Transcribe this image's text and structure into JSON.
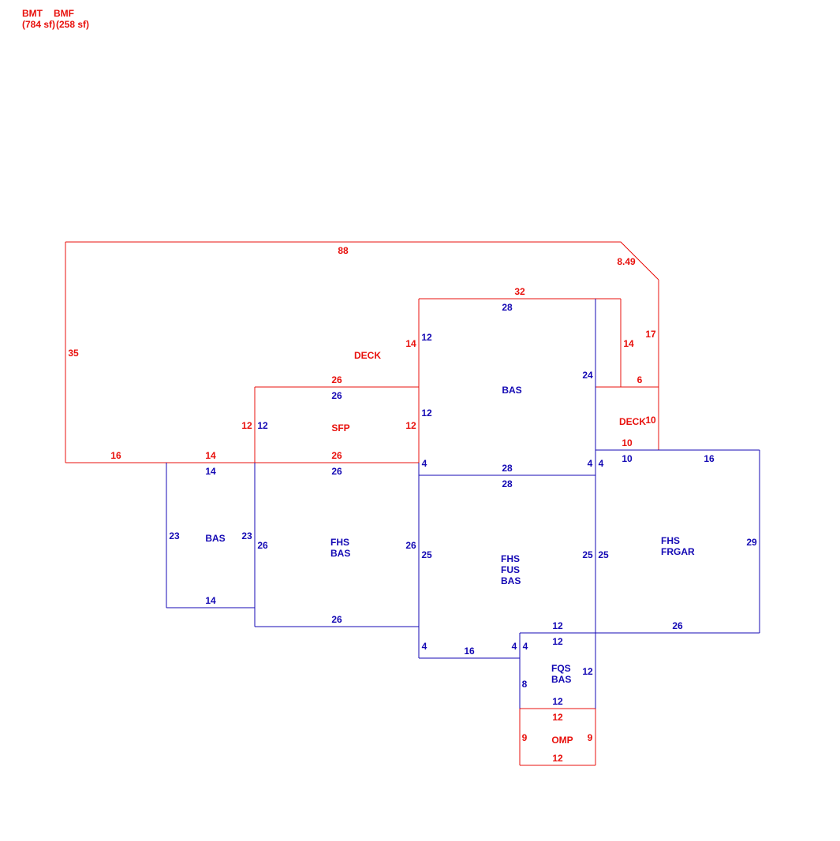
{
  "colors": {
    "red": "#e8100c",
    "blue": "#1409b4"
  },
  "header": {
    "bmt": "BMT",
    "bmf": "BMF",
    "bmt_area": "(784 sf)",
    "bmf_area": "(258 sf)"
  },
  "labels": {
    "deck_top": "DECK",
    "sfp": "SFP",
    "bas_center": "BAS",
    "deck_right": "DECK",
    "bas_left": "BAS",
    "fhs_1": "FHS",
    "bas_1": "BAS",
    "fhs_2": "FHS",
    "fus_2": "FUS",
    "bas_2": "BAS",
    "fhs_3": "FHS",
    "frgar": "FRGAR",
    "fqs": "FQS",
    "bas_3": "BAS",
    "omp": "OMP"
  },
  "dims": {
    "r88": "88",
    "r849": "8.49",
    "r35": "35",
    "r32": "32",
    "r17": "17",
    "r14a": "14",
    "r14b": "14",
    "r6": "6",
    "r10a": "10",
    "r10b": "10",
    "r26a": "26",
    "r12a": "12",
    "r12b": "12",
    "r16": "16",
    "r14c": "14",
    "r26b": "26",
    "r12c": "12",
    "r12d": "12",
    "r9a": "9",
    "r9b": "9",
    "b28a": "28",
    "b12a": "12",
    "b24": "24",
    "b12b": "12",
    "b26a": "26",
    "b12c": "12",
    "b4a": "4",
    "b28b": "28",
    "b4b": "4",
    "b4c": "4",
    "b10": "10",
    "b16a": "16",
    "b14a": "14",
    "b26b": "26",
    "b28c": "28",
    "b23a": "23",
    "b23b": "23",
    "b26c": "26",
    "b26d": "26",
    "b25a": "25",
    "b25b": "25",
    "b25c": "25",
    "b29": "29",
    "b14b": "14",
    "b26e": "26",
    "b12d": "12",
    "b26f": "26",
    "b12e": "12",
    "b4d": "4",
    "b16b": "16",
    "b4e": "4",
    "b4f": "4",
    "b12f": "12",
    "b8": "8",
    "b12g": "12"
  }
}
